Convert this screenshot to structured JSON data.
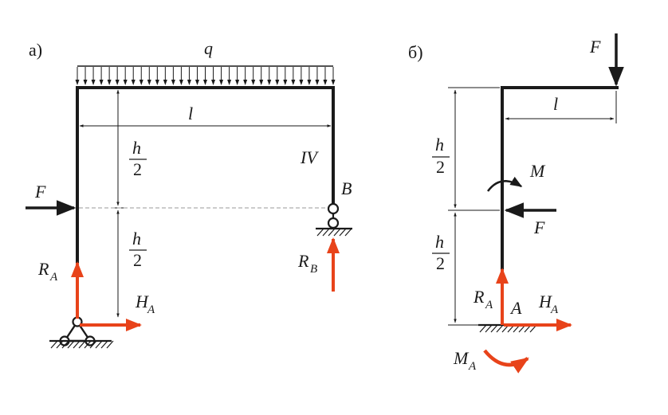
{
  "colors": {
    "frame": "#1a1a1a",
    "reaction": "#e8431a",
    "dim": "#1a1a1a"
  },
  "panel_a": {
    "label": "а)",
    "load": "q",
    "span": "l",
    "half_height_num": "h",
    "half_height_den": "2",
    "force": "F",
    "section": "IV",
    "support_b": "B",
    "reaction_a_main": "R",
    "reaction_a_sub": "A",
    "reaction_b_main": "R",
    "reaction_b_sub": "B",
    "horizontal_a_main": "H",
    "horizontal_a_sub": "A"
  },
  "panel_b": {
    "label": "б)",
    "top_force": "F",
    "arm": "l",
    "half_height_num": "h",
    "half_height_den": "2",
    "moment": "M",
    "mid_force": "F",
    "reaction_a_main": "R",
    "reaction_a_sub": "A",
    "support_a": "A",
    "horizontal_a_main": "H",
    "horizontal_a_sub": "A",
    "moment_a_main": "M",
    "moment_a_sub": "A"
  }
}
